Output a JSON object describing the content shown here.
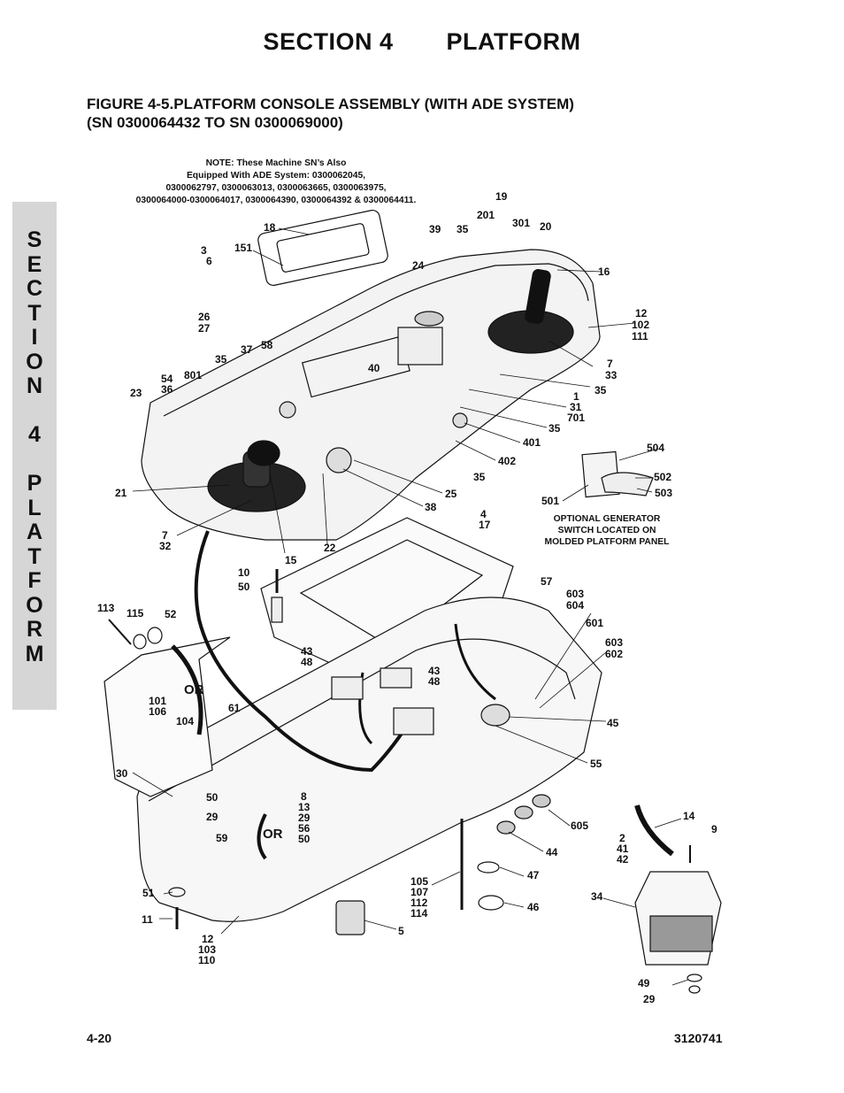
{
  "header": {
    "section": "SECTION 4",
    "title": "PLATFORM"
  },
  "figure": {
    "title_line1": "FIGURE 4-5.PLATFORM CONSOLE ASSEMBLY (WITH ADE SYSTEM)",
    "title_line2": "(SN 0300064432 TO SN 0300069000)"
  },
  "side_tab": {
    "text": "SECTION 4 PLATFORM"
  },
  "note": {
    "line1": "NOTE:  These Machine SN’s Also",
    "line2": "Equipped With ADE System:  0300062045,",
    "line3": "0300062797, 0300063013, 0300063665, 0300063975,",
    "line4": "0300064000-0300064017, 0300064390, 0300064392 & 0300064411."
  },
  "optional_note": {
    "line1": "OPTIONAL GENERATOR",
    "line2": "SWITCH LOCATED ON",
    "line3": "MOLDED PLATFORM PANEL"
  },
  "or_labels": [
    "OR",
    "OR"
  ],
  "callouts": [
    "19",
    "201",
    "301",
    "20",
    "18",
    "39",
    "35",
    "3",
    "6",
    "151",
    "24",
    "16",
    "12",
    "102",
    "111",
    "26",
    "27",
    "37",
    "58",
    "40",
    "35",
    "54",
    "36",
    "801",
    "7",
    "33",
    "23",
    "35",
    "1",
    "31",
    "701",
    "35",
    "401",
    "504",
    "402",
    "502",
    "503",
    "35",
    "501",
    "21",
    "25",
    "38",
    "4",
    "17",
    "7",
    "32",
    "15",
    "22",
    "10",
    "50",
    "57",
    "603",
    "604",
    "113",
    "115",
    "52",
    "601",
    "603",
    "602",
    "43",
    "48",
    "43",
    "48",
    "101",
    "106",
    "104",
    "61",
    "45",
    "30",
    "55",
    "8",
    "13",
    "29",
    "50",
    "56",
    "50",
    "29",
    "59",
    "605",
    "14",
    "9",
    "44",
    "2",
    "41",
    "42",
    "47",
    "105",
    "107",
    "112",
    "114",
    "51",
    "46",
    "34",
    "11",
    "5",
    "12",
    "103",
    "110",
    "49",
    "29"
  ],
  "footer": {
    "page": "4-20",
    "doc_number": "3120741"
  }
}
